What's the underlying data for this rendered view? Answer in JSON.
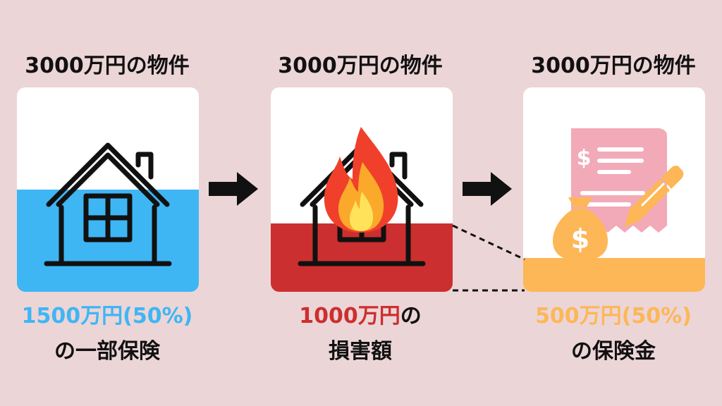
{
  "colors": {
    "background": "#ecd5d7",
    "insured_blue": "#3eb6f4",
    "damage_red": "#cc2f2f",
    "payout_orange": "#fdb757",
    "card": "#ffffff"
  },
  "panels": [
    {
      "title": "3000万円の物件",
      "icon": "house-icon",
      "fill_fraction": 0.5,
      "caption_highlight": "1500万円(50%)",
      "caption_rest": "の一部保険"
    },
    {
      "title": "3000万円の物件",
      "icon": "burning-house-icon",
      "fill_fraction": 0.333,
      "caption_highlight": "1000万円",
      "caption_rest_inline": "の",
      "caption_rest": "損害額"
    },
    {
      "title": "3000万円の物件",
      "icon": "insurance-claim-icon",
      "fill_fraction": 0.167,
      "caption_highlight": "500万円(50%)",
      "caption_rest": "の保険金"
    }
  ],
  "arrows": [
    "arrow-right-icon",
    "arrow-right-icon"
  ]
}
